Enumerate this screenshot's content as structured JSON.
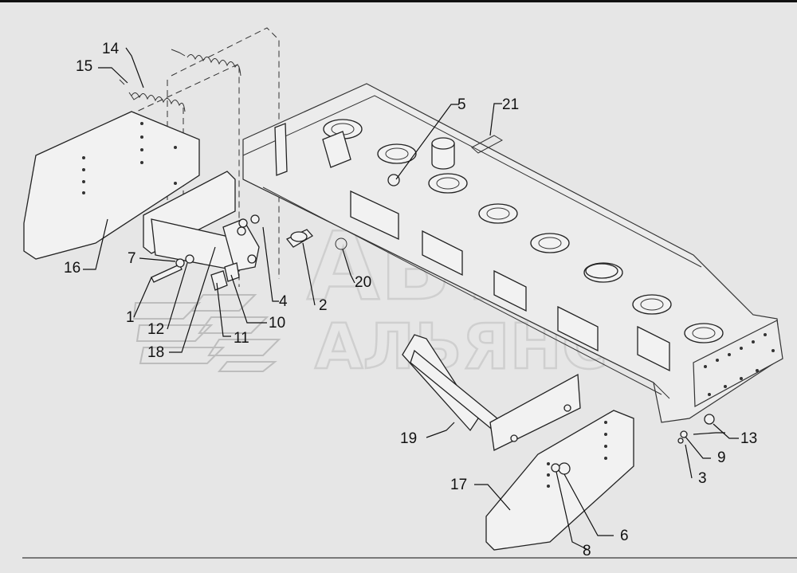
{
  "watermark": {
    "line1": "АВТО",
    "line2": "АЛЬЯНС"
  },
  "callouts": [
    {
      "id": "1",
      "text": "1"
    },
    {
      "id": "2",
      "text": "2"
    },
    {
      "id": "3",
      "text": "3"
    },
    {
      "id": "4",
      "text": "4"
    },
    {
      "id": "5",
      "text": "5"
    },
    {
      "id": "6",
      "text": "6"
    },
    {
      "id": "7",
      "text": "7"
    },
    {
      "id": "8",
      "text": "8"
    },
    {
      "id": "9",
      "text": "9"
    },
    {
      "id": "10",
      "text": "10"
    },
    {
      "id": "11",
      "text": "11"
    },
    {
      "id": "12",
      "text": "12"
    },
    {
      "id": "13",
      "text": "13"
    },
    {
      "id": "14",
      "text": "14"
    },
    {
      "id": "15",
      "text": "15"
    },
    {
      "id": "16",
      "text": "16"
    },
    {
      "id": "17",
      "text": "17"
    },
    {
      "id": "18",
      "text": "18"
    },
    {
      "id": "19",
      "text": "19"
    },
    {
      "id": "20",
      "text": "20"
    },
    {
      "id": "21",
      "text": "21"
    }
  ]
}
